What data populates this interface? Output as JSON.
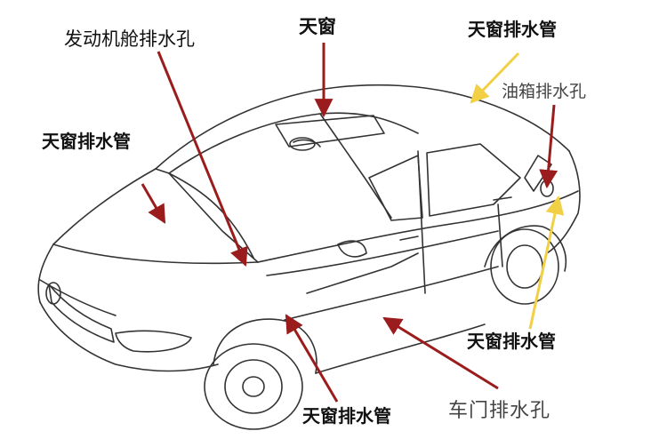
{
  "labels": {
    "engine_drain": "发动机舱排水孔",
    "sunroof": "天窗",
    "sunroof_drain_top_right": "天窗排水管",
    "fuel_tank_drain": "油箱排水孔",
    "sunroof_drain_left": "天窗排水管",
    "sunroof_drain_rear": "天窗排水管",
    "sunroof_drain_bottom": "天窗排水管",
    "door_drain": "车门排水孔"
  },
  "colors": {
    "arrow_red": "#9b1c1c",
    "arrow_yellow": "#f2d046",
    "outline": "#333333"
  }
}
